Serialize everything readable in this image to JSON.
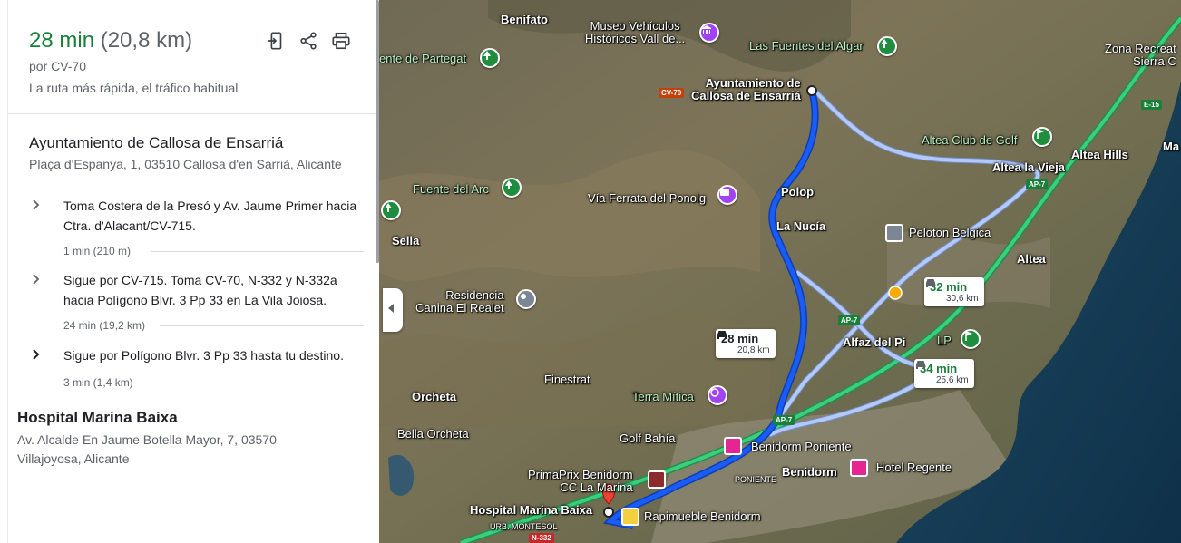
{
  "summary": {
    "time": "28 min",
    "distance": "(20,8 km)",
    "via": "por CV-70",
    "note": "La ruta más rápida, el tráfico habitual"
  },
  "origin": {
    "name": "Ayuntamiento de Callosa de Ensarriá",
    "address": "Plaça d'Espanya, 1, 03510 Callosa d'en Sarrià, Alicante"
  },
  "steps": [
    {
      "text": "Toma Costera de la Presó y Av. Jaume Primer hacia Ctra. d'Alacant/CV-715.",
      "meta": "1 min (210 m)"
    },
    {
      "text": "Sigue por CV-715. Toma CV-70, N-332 y N-332a hacia Polígono Blvr. 3 Pp 33 en La Vila Joiosa.",
      "meta": "24 min (19,2 km)"
    },
    {
      "text": "Sigue por Polígono Blvr. 3 Pp 33 hasta tu destino.",
      "meta": "3 min (1,4 km)"
    }
  ],
  "destination": {
    "name": "Hospital Marina Baixa",
    "address": "Av. Alcalde En Jaume Botella Mayor, 7, 03570 Villajoyosa, Alicante"
  },
  "icons": {
    "send_to_phone": "send-to-phone-icon",
    "share": "share-icon",
    "print": "print-icon"
  },
  "map": {
    "labels": {
      "benifato": "Benifato",
      "museo": "Museo Vehículos\nHistóricos Vall de...",
      "fuentes_algar": "Las Fuentes del Algar",
      "zona_recreat": "Zona Recreat\nSierra C",
      "partegat": "ente de Partegat",
      "ayuntamiento": "Ayuntamiento de\nCallosa de Ensarriá",
      "altea_golf": "Altea Club de Golf",
      "altea_hills": "Altea Hills",
      "ma": "Ma",
      "altea_vieja": "Altea la Vieja",
      "fuente_arc": "Fuente del Arc",
      "via_ferrata": "Vía Ferrata del Ponoig",
      "polop": "Polop",
      "la_nucia": "La Nucía",
      "peloton": "Peloton Belgica",
      "sella": "Sella",
      "altea": "Altea",
      "residencia": "Residencia\nCanina El Realet",
      "alfaz": "Alfaz del Pi",
      "finestrat": "Finestrat",
      "orcheta": "Orcheta",
      "terra_mitica": "Terra Mítica",
      "bella_orcheta": "Bella Orcheta",
      "golf_bahia": "Golf Bahía",
      "benidorm_poniente": "Benidorm Poniente",
      "primaprix": "PrimaPrix Benidorm\nCC La Marina",
      "benidorm": "Benidorm",
      "hotel_regente": "Hotel Regente",
      "poniente": "PONIENTE",
      "hospital": "Hospital Marina Baixa",
      "rapimueble": "Rapimueble Benidorm",
      "urb_montesol": "URB. MONTESOL",
      "lp": "LP"
    },
    "shields": {
      "cv70": "CV-70",
      "e15": "E-15",
      "ap7_a": "AP-7",
      "ap7_b": "AP-7",
      "ap7_c": "AP-7",
      "n332": "N-332"
    },
    "route_cards": [
      {
        "time": "28 min",
        "distance": "20,8 km",
        "selected": true
      },
      {
        "time": "32 min",
        "distance": "30,6 km",
        "selected": false
      },
      {
        "time": "34 min",
        "distance": "25,6 km",
        "selected": false
      }
    ],
    "colors": {
      "primary_route": "#1a5cf5",
      "alt_route": "#a9c2f7",
      "highway": "#2fbf6b",
      "time_green": "#188038"
    }
  }
}
